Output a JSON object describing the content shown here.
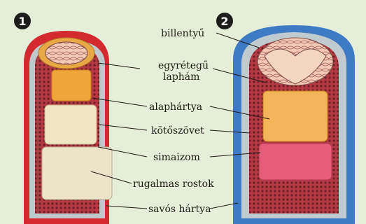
{
  "diagram": {
    "panels": [
      {
        "number": "1",
        "vessel": "artery"
      },
      {
        "number": "2",
        "vessel": "vein"
      }
    ],
    "labels": [
      {
        "id": "billentyu",
        "text": "billentyű"
      },
      {
        "id": "egyreteg",
        "text": "egyrétegű"
      },
      {
        "id": "laphám",
        "text": "laphám"
      },
      {
        "id": "alaphartya",
        "text": "alaphártya"
      },
      {
        "id": "kotoszovet",
        "text": "kötőszövet"
      },
      {
        "id": "simaizom",
        "text": "simaizom"
      },
      {
        "id": "rugalmas",
        "text": "rugalmas rostok"
      },
      {
        "id": "savos",
        "text": "savós hártya"
      }
    ],
    "colors": {
      "background": "#e4eed9",
      "artery": "#d22a2e",
      "vein": "#3f7ac4",
      "inner_lining": "#f0a53a",
      "connective": "#a8323c",
      "elastic": "#ece3c8",
      "badge": "#1d1d1b"
    }
  }
}
